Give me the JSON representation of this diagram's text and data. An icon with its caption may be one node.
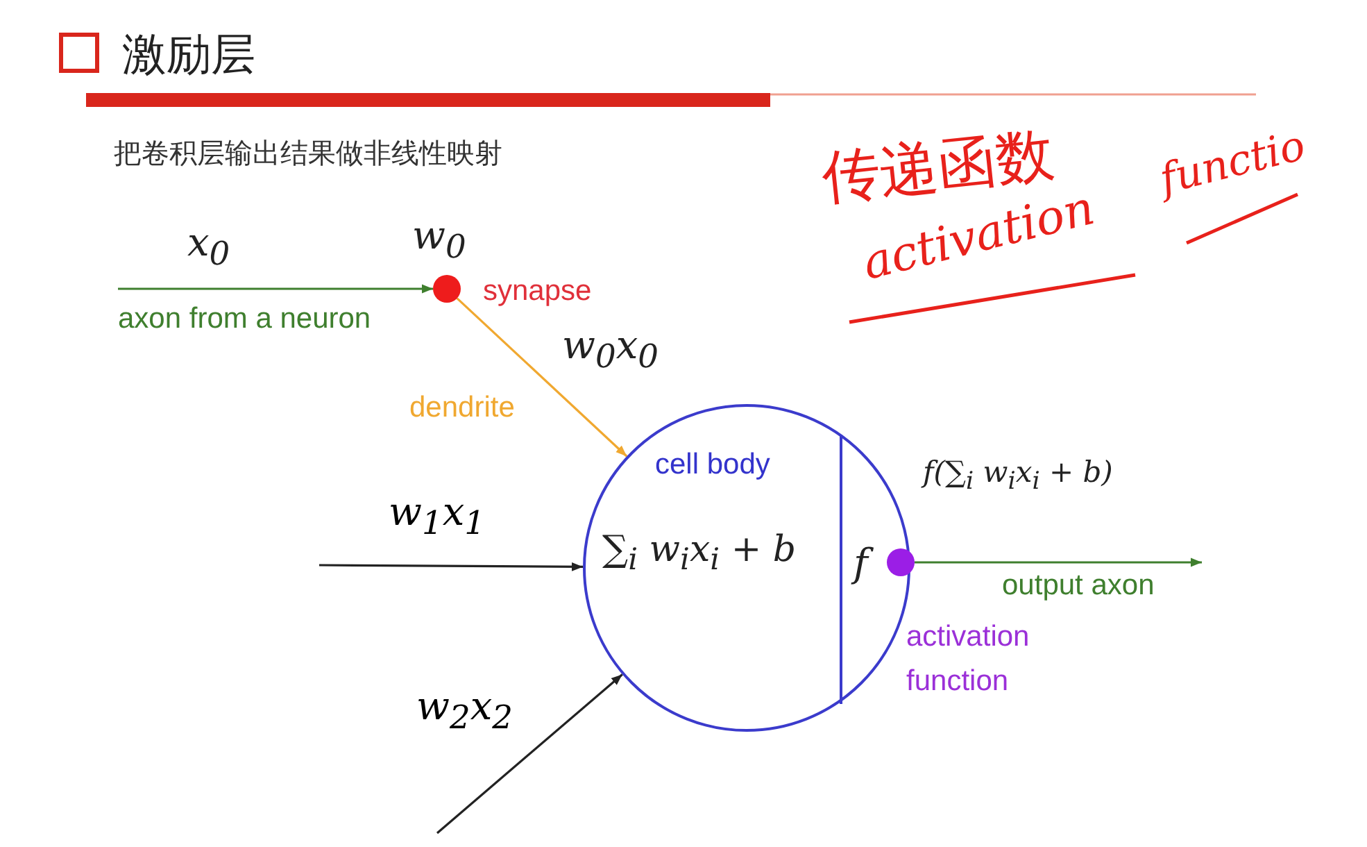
{
  "diagram": {
    "title": "激励层",
    "nodes": [
      {
        "text": [],
        "shape": "circle",
        "beside": [
          "w$_{0}$",
          "synapse"
        ]
      },
      {
        "text": [
          "cell body",
          "∑$_{i}$ w$_{i}$x$_{i}$ + b"
        ]
      },
      {
        "text": [
          "f"
        ],
        "in": 1
      },
      {
        "text": [],
        "shape": "circle"
      }
    ],
    "edges": [
      {
        "from": null,
        "to": 0,
        "arrow": "to",
        "label": "axon from a neuron",
        "color": "#3f7f2e"
      },
      {
        "from": 0,
        "to": 1,
        "arrow": "to",
        "label": "dendrite",
        "color": "#f0a830"
      },
      {
        "from": null,
        "to": 1,
        "arrow": "to",
        "label": "w$_{1}$x$_{1}$",
        "color": "#222222"
      },
      {
        "from": null,
        "to": 1,
        "arrow": "to",
        "label": "w$_{2}$x$_{2}$",
        "color": "#222222"
      },
      {
        "from": 3,
        "to": null,
        "arrow": "to",
        "label": "output axon",
        "color": "#3f7f2e"
      }
    ],
    "labels": [
      "把卷积层输出结果做非线性映射",
      "x$_{0}$",
      "w$_{0}$x$_{0}$",
      "f(∑$_{i}$ w$_{i}$x$_{i}$ + b)",
      "activation function",
      "传递函数",
      "activation",
      "functio"
    ]
  }
}
